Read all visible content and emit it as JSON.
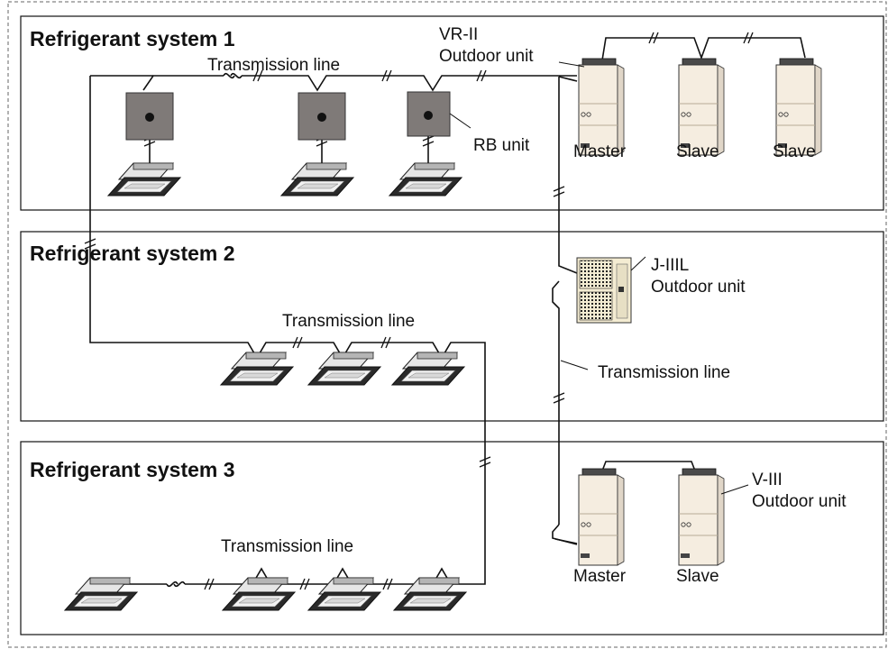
{
  "systems": [
    {
      "title": "Refrigerant system 1"
    },
    {
      "title": "Refrigerant system 2"
    },
    {
      "title": "Refrigerant system 3"
    }
  ],
  "labels": {
    "transmission_line": "Transmission line",
    "vr2_line1": "VR-II",
    "vr2_line2": "Outdoor unit",
    "rb_unit": "RB unit",
    "master": "Master",
    "slave": "Slave",
    "j3l_line1": "J-IIIL",
    "j3l_line2": "Outdoor unit",
    "v3_line1": "V-III",
    "v3_line2": "Outdoor unit"
  },
  "colors": {
    "rb_unit_fill": "#7f7a78",
    "outdoor_unit_fill": "#f5ede0",
    "outdoor_unit_cap": "#4a4a4a",
    "j3l_fill": "#f4ecd2",
    "indoor_unit_top": "#e6e6e6",
    "indoor_unit_dark": "#2a2a2a"
  },
  "icons": {
    "indoor_unit": "ceiling-cassette-icon",
    "outdoor_unit": "vrf-outdoor-unit-icon",
    "rb_unit": "rb-unit-icon",
    "j3l_unit": "j3l-outdoor-unit-icon"
  }
}
